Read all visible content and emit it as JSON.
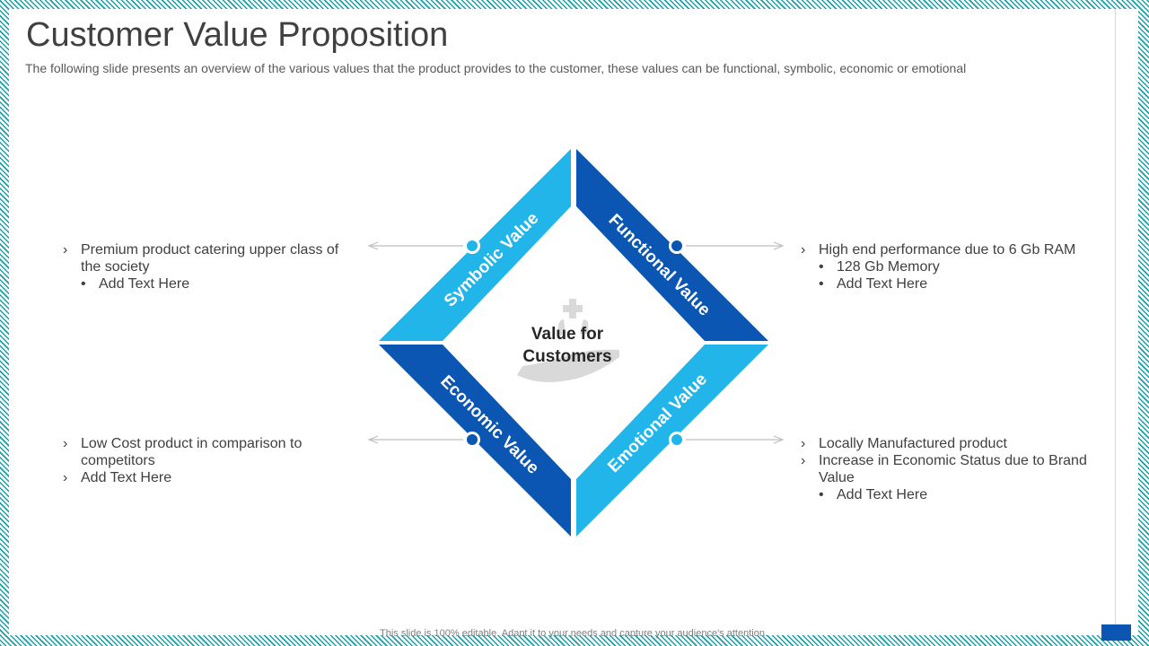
{
  "title": "Customer Value Proposition",
  "subtitle": "The following slide presents an overview of the various values that the product provides to the customer, these values can be functional, symbolic, economic or emotional",
  "diagram": {
    "center": {
      "line1": "Value for",
      "line2": "Customers"
    },
    "segments": {
      "symbolic": "Symbolic Value",
      "functional": "Functional Value",
      "economic": "Economic Value",
      "emotional": "Emotional Value"
    },
    "colors": {
      "light_blue": "#22b5ea",
      "dark_blue": "#0b56b3",
      "icon_gray": "#d9d9d9",
      "arrow_gray": "#bfbfbf"
    }
  },
  "blocks": {
    "symbolic": {
      "line1": "Premium  product catering upper class of",
      "line2": "the society",
      "sub1": "Add Text Here"
    },
    "functional": {
      "line1": "High end performance due to 6 Gb RAM",
      "sub1": "128 Gb Memory",
      "sub2": "Add Text Here"
    },
    "economic": {
      "line1": "Low Cost product in comparison to",
      "line2": "competitors",
      "item2": "Add Text Here"
    },
    "emotional": {
      "item1": "Locally Manufactured  product",
      "item2_line1": "Increase  in Economic Status due to Brand",
      "item2_line2": "Value",
      "sub1": "Add Text Here"
    }
  },
  "footer": "This slide is 100% editable. Adapt it to your needs and capture your audience's attention.",
  "markers": {
    "chevron": "›",
    "bullet": "•"
  }
}
